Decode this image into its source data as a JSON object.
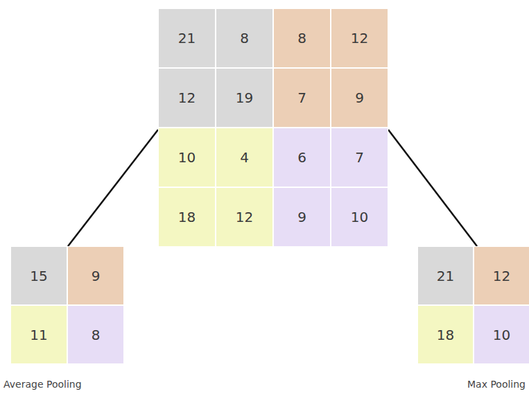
{
  "diagram": {
    "labels": [
      "21",
      "8",
      "8",
      "12",
      "12",
      "19",
      "7",
      "9",
      "10",
      "4",
      "6",
      "7",
      "18",
      "12",
      "9",
      "10",
      "15",
      "9",
      "11",
      "8",
      "Average Pooling",
      "21",
      "12",
      "18",
      "10",
      "Max Pooling"
    ]
  }
}
